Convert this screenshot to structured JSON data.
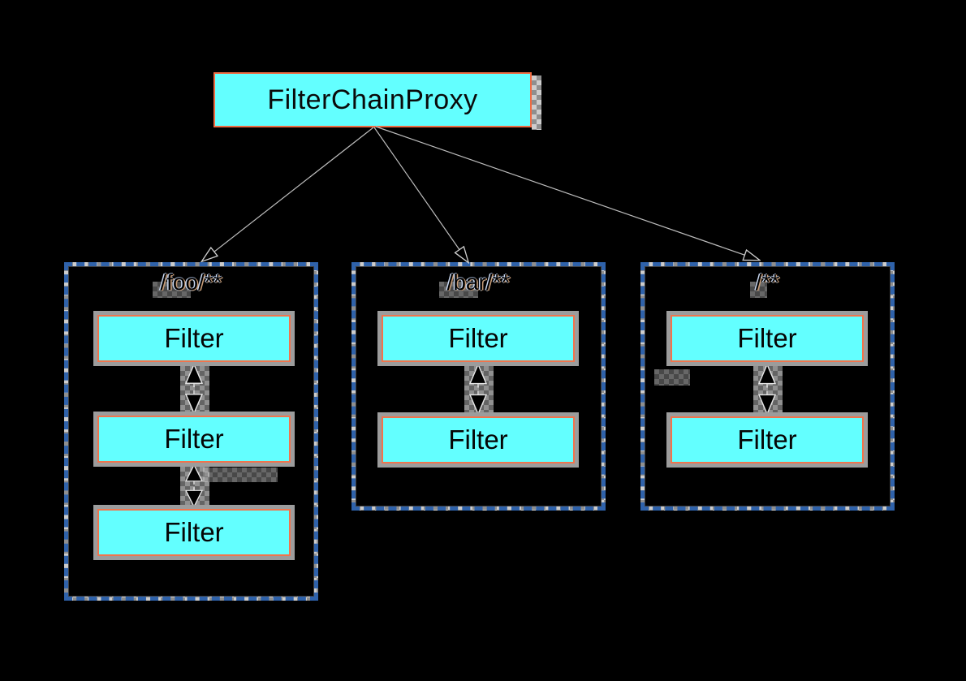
{
  "diagram": {
    "type": "filter-chain-diagram",
    "root": {
      "label": "FilterChainProxy"
    },
    "chains": [
      {
        "pattern": "/foo/**",
        "filters": [
          {
            "label": "Filter"
          },
          {
            "label": "Filter"
          },
          {
            "label": "Filter"
          }
        ]
      },
      {
        "pattern": "/bar/**",
        "filters": [
          {
            "label": "Filter"
          },
          {
            "label": "Filter"
          }
        ]
      },
      {
        "pattern": "/**",
        "filters": [
          {
            "label": "Filter"
          },
          {
            "label": "Filter"
          }
        ]
      }
    ],
    "connections": [
      {
        "from": "FilterChainProxy",
        "to": "/foo/**"
      },
      {
        "from": "FilterChainProxy",
        "to": "/bar/**"
      },
      {
        "from": "FilterChainProxy",
        "to": "/**"
      }
    ],
    "colors": {
      "background": "#000000",
      "node_fill": "#63ffff",
      "node_border": "#ee6b43",
      "shadow_gray": "#9c9c9c",
      "chain_dash_blue": "#2f62aa",
      "connector_line": "#bdbdbd",
      "arrowhead": "#000000"
    }
  }
}
